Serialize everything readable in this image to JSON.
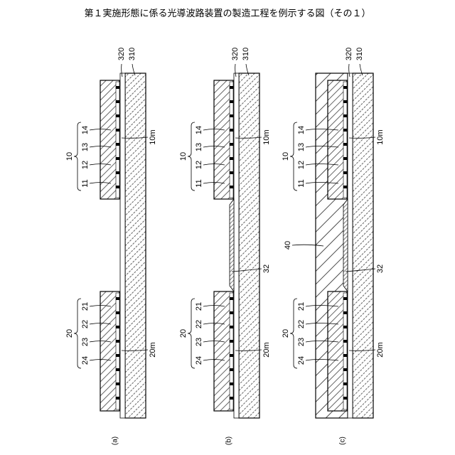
{
  "title": "第１実施形態に係る光導波路装置の製造工程を例示する図（その１）",
  "panels": [
    {
      "caption": "(a)",
      "top_labels": [
        "320",
        "310"
      ],
      "upper_group": {
        "label": "10",
        "parts": [
          "14",
          "13",
          "12",
          "11"
        ],
        "mirror_label": "10m"
      },
      "lower_group": {
        "label": "20",
        "parts": [
          "21",
          "22",
          "23",
          "24"
        ],
        "mirror_label": "20m"
      }
    },
    {
      "caption": "(b)",
      "top_labels": [
        "320",
        "310"
      ],
      "layer_32_label": "32",
      "upper_group": {
        "label": "10",
        "parts": [
          "14",
          "13",
          "12",
          "11"
        ],
        "mirror_label": "10m"
      },
      "lower_group": {
        "label": "20",
        "parts": [
          "21",
          "22",
          "23",
          "24"
        ],
        "mirror_label": "20m"
      }
    },
    {
      "caption": "(c)",
      "top_labels": [
        "320",
        "310"
      ],
      "layer_32_label": "32",
      "layer_40_label": "40",
      "upper_group": {
        "label": "10",
        "parts": [
          "14",
          "13",
          "12",
          "11"
        ],
        "mirror_label": "10m"
      },
      "lower_group": {
        "label": "20",
        "parts": [
          "21",
          "22",
          "23",
          "24"
        ],
        "mirror_label": "20m"
      }
    }
  ]
}
